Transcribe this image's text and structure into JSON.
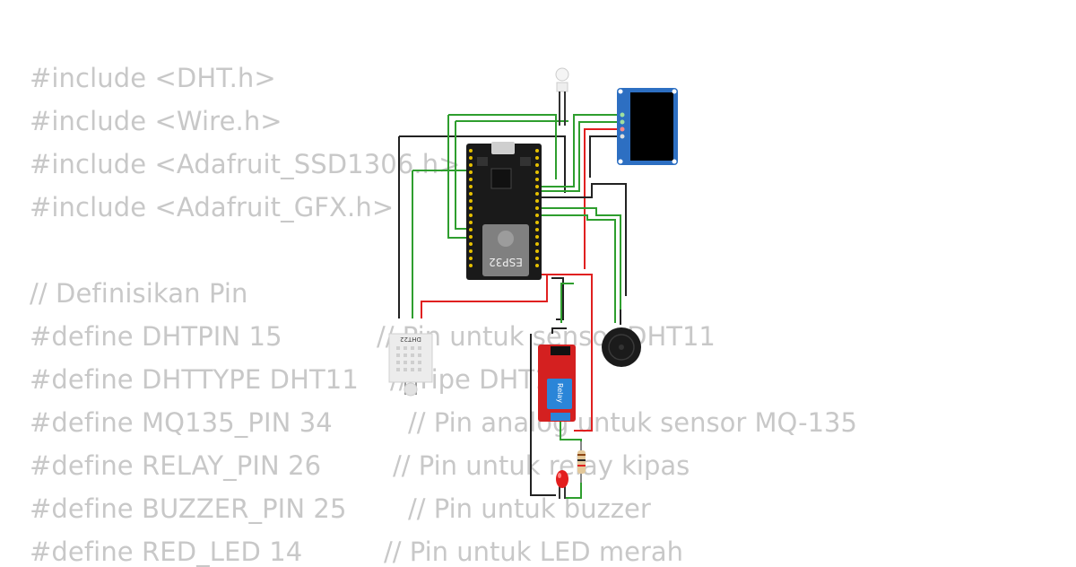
{
  "code": {
    "lines": [
      "#include <DHT.h>",
      "#include <Wire.h>",
      "#include <Adafruit_SSD1306.h>",
      "#include <Adafruit_GFX.h>",
      "",
      "// Definisikan Pin",
      "#define DHTPIN 15",
      "#define DHTTYPE DHT11",
      "#define MQ135_PIN 34",
      "#define RELAY_PIN 26",
      "#define BUZZER_PIN 25",
      "#define RED_LED 14"
    ],
    "comments": [
      "// Pin untuk sensor DHT11",
      "// Tipe DHT11",
      "// Pin analog untuk sensor MQ-135",
      "// Pin untuk relay kipas",
      "// Pin untuk buzzer",
      "// Pin untuk LED merah"
    ]
  },
  "circuit": {
    "mcu_label": "ESP32",
    "dht_label": "DHT22",
    "relay_label": "Relay",
    "colors": {
      "wire_green": "#2e9e2e",
      "wire_red": "#e02020",
      "wire_black": "#222222",
      "board": "#1a1a1a",
      "oled_pcb": "#2d6fc2",
      "relay_pcb": "#d42020",
      "buzzer": "#1b1b1b"
    }
  }
}
